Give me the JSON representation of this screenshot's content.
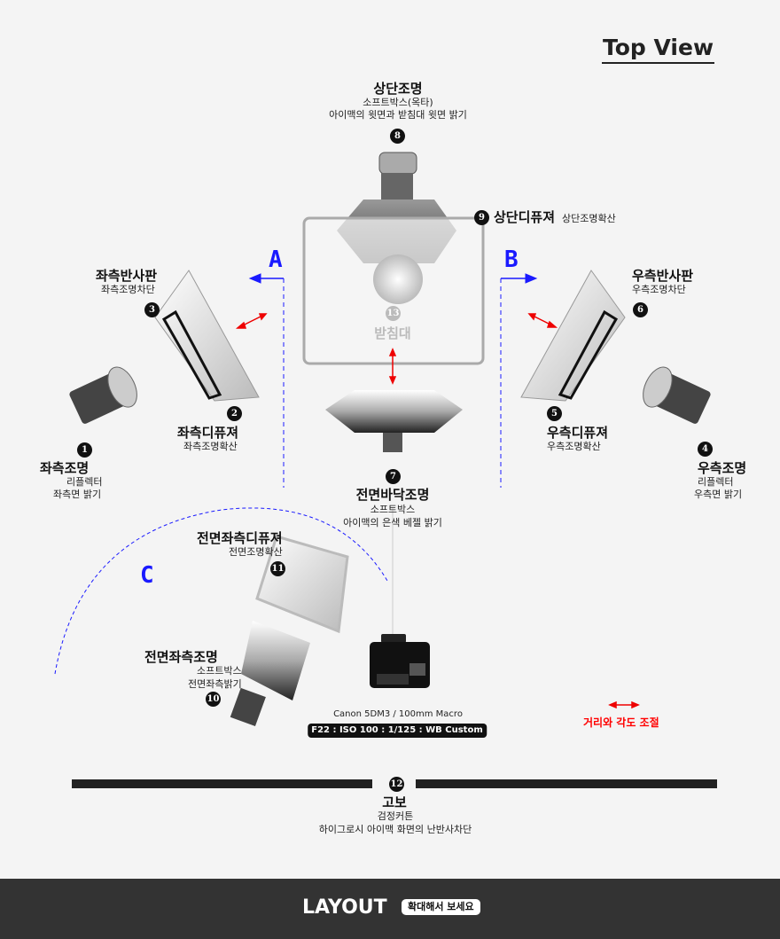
{
  "title": "Top View",
  "top_light": {
    "num": "8",
    "title": "상단조명",
    "sub1": "소프트박스(옥타)",
    "sub2": "아이맥의 윗면과 받침대 윗면 밝기"
  },
  "top_diffuser": {
    "num": "9",
    "title": "상단디퓨져",
    "sub": "상단조명확산"
  },
  "stand": {
    "num": "13",
    "title": "받침대"
  },
  "left_reflector": {
    "num": "3",
    "title": "좌측반사판",
    "sub": "좌측조명차단"
  },
  "left_diffuser": {
    "num": "2",
    "title": "좌측디퓨져",
    "sub": "좌측조명확산"
  },
  "left_light": {
    "num": "1",
    "title": "좌측조명",
    "sub1": "리플렉터",
    "sub2": "좌측면 밝기"
  },
  "right_reflector": {
    "num": "6",
    "title": "우측반사판",
    "sub": "우측조명차단"
  },
  "right_diffuser": {
    "num": "5",
    "title": "우측디퓨져",
    "sub": "우측조명확산"
  },
  "right_light": {
    "num": "4",
    "title": "우측조명",
    "sub1": "리플렉터",
    "sub2": "우측면 밝기"
  },
  "front_floor": {
    "num": "7",
    "title": "전면바닥조명",
    "sub1": "소프트박스",
    "sub2": "아이맥의 은색 베젤 밝기"
  },
  "front_left_diffuser": {
    "num": "11",
    "title": "전면좌측디퓨져",
    "sub": "전면조명확산"
  },
  "front_left_light": {
    "num": "10",
    "title": "전면좌측조명",
    "sub1": "소프트박스",
    "sub2": "전면좌측밝기"
  },
  "camera": {
    "model": "Canon 5DM3 / 100mm Macro",
    "settings": "F22 : ISO 100 : 1/125 : WB Custom"
  },
  "legend": {
    "text": "거리와 각도 조절",
    "color": "#ff0000"
  },
  "gobo": {
    "num": "12",
    "title": "고보",
    "sub1": "검정커튼",
    "sub2": "하이그로시 아이맥 화면의 난반사차단"
  },
  "markers": {
    "a": "A",
    "b": "B",
    "c": "C",
    "color": "#1a1aff"
  },
  "footer": {
    "title": "LAYOUT",
    "pill": "확대해서 보세요"
  }
}
